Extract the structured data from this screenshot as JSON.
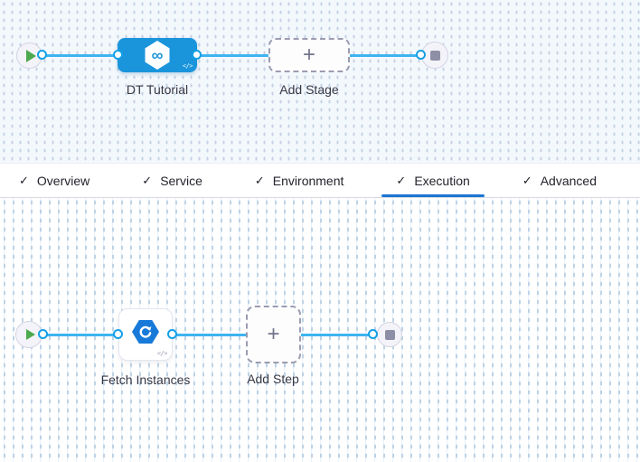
{
  "stage_graph": {
    "node_label": "DT Tutorial",
    "add_stage_label": "Add Stage"
  },
  "step_graph": {
    "node_label": "Fetch Instances",
    "add_step_label": "Add Step"
  },
  "tabs": [
    {
      "label": "Overview",
      "checked": true,
      "selected": false
    },
    {
      "label": "Service",
      "checked": true,
      "selected": false
    },
    {
      "label": "Environment",
      "checked": true,
      "selected": false
    },
    {
      "label": "Execution",
      "checked": true,
      "selected": true
    },
    {
      "label": "Advanced",
      "checked": true,
      "selected": false
    }
  ],
  "glyphs": {
    "check": "✓",
    "plus": "+",
    "code": "</>",
    "infinity": "∞"
  },
  "colors": {
    "stage_node_blue": "#1a95dc",
    "connector_blue": "#3eb4ef",
    "ring_blue": "#14a0e6",
    "tab_underline_blue": "#1b76d2",
    "play_green": "#4da94d",
    "fetch_icon_blue": "#187ad8",
    "canvas_tint": "#f3f8fd"
  }
}
